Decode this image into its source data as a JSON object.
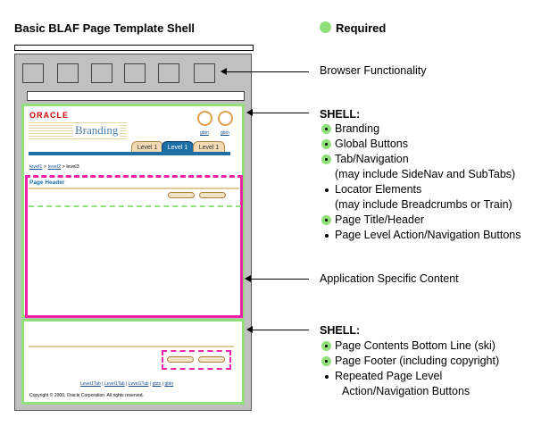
{
  "title": "Basic BLAF Page Template Shell",
  "legend": {
    "required_label": "Required",
    "required_color": "#8fe07a"
  },
  "mockup": {
    "oracle_logo": "ORACLE",
    "branding": "Branding",
    "global_buttons": [
      "gbtn",
      "gbtn"
    ],
    "tabs": [
      "Level 1",
      "Level 1",
      "Level 1"
    ],
    "active_tab": 1,
    "breadcrumbs": [
      "level1",
      "level2",
      "level3"
    ],
    "page_header": "Page Header",
    "footer_links": [
      "Level1Tab",
      "Level1Tab",
      "Level1Tab",
      "gbtn",
      "gbtn"
    ],
    "copyright": "Copyright © 2000, Oracle Corporation. All rights reserved."
  },
  "annotations": {
    "browser": "Browser Functionality",
    "app_content": "Application Specific Content"
  },
  "shell_top": {
    "heading": "SHELL:",
    "items": [
      {
        "text": "Branding",
        "required": true
      },
      {
        "text": "Global Buttons",
        "required": true
      },
      {
        "text": "Tab/Navigation",
        "required": true
      },
      {
        "text": "(may include SideNav and SubTabs)",
        "required": null
      },
      {
        "text": "Locator Elements",
        "required": false
      },
      {
        "text": "(may include Breadcrumbs or Train)",
        "required": null
      },
      {
        "text": "Page Title/Header",
        "required": true
      },
      {
        "text": "Page Level Action/Navigation Buttons",
        "required": false
      }
    ]
  },
  "shell_bottom": {
    "heading": "SHELL:",
    "items": [
      {
        "text": "Page Contents Bottom Line (ski)",
        "required": true
      },
      {
        "text": "Page Footer (including copyright)",
        "required": true
      },
      {
        "text": "Repeated Page Level",
        "required": false
      },
      {
        "text": "Action/Navigation Buttons",
        "required": null
      }
    ]
  }
}
